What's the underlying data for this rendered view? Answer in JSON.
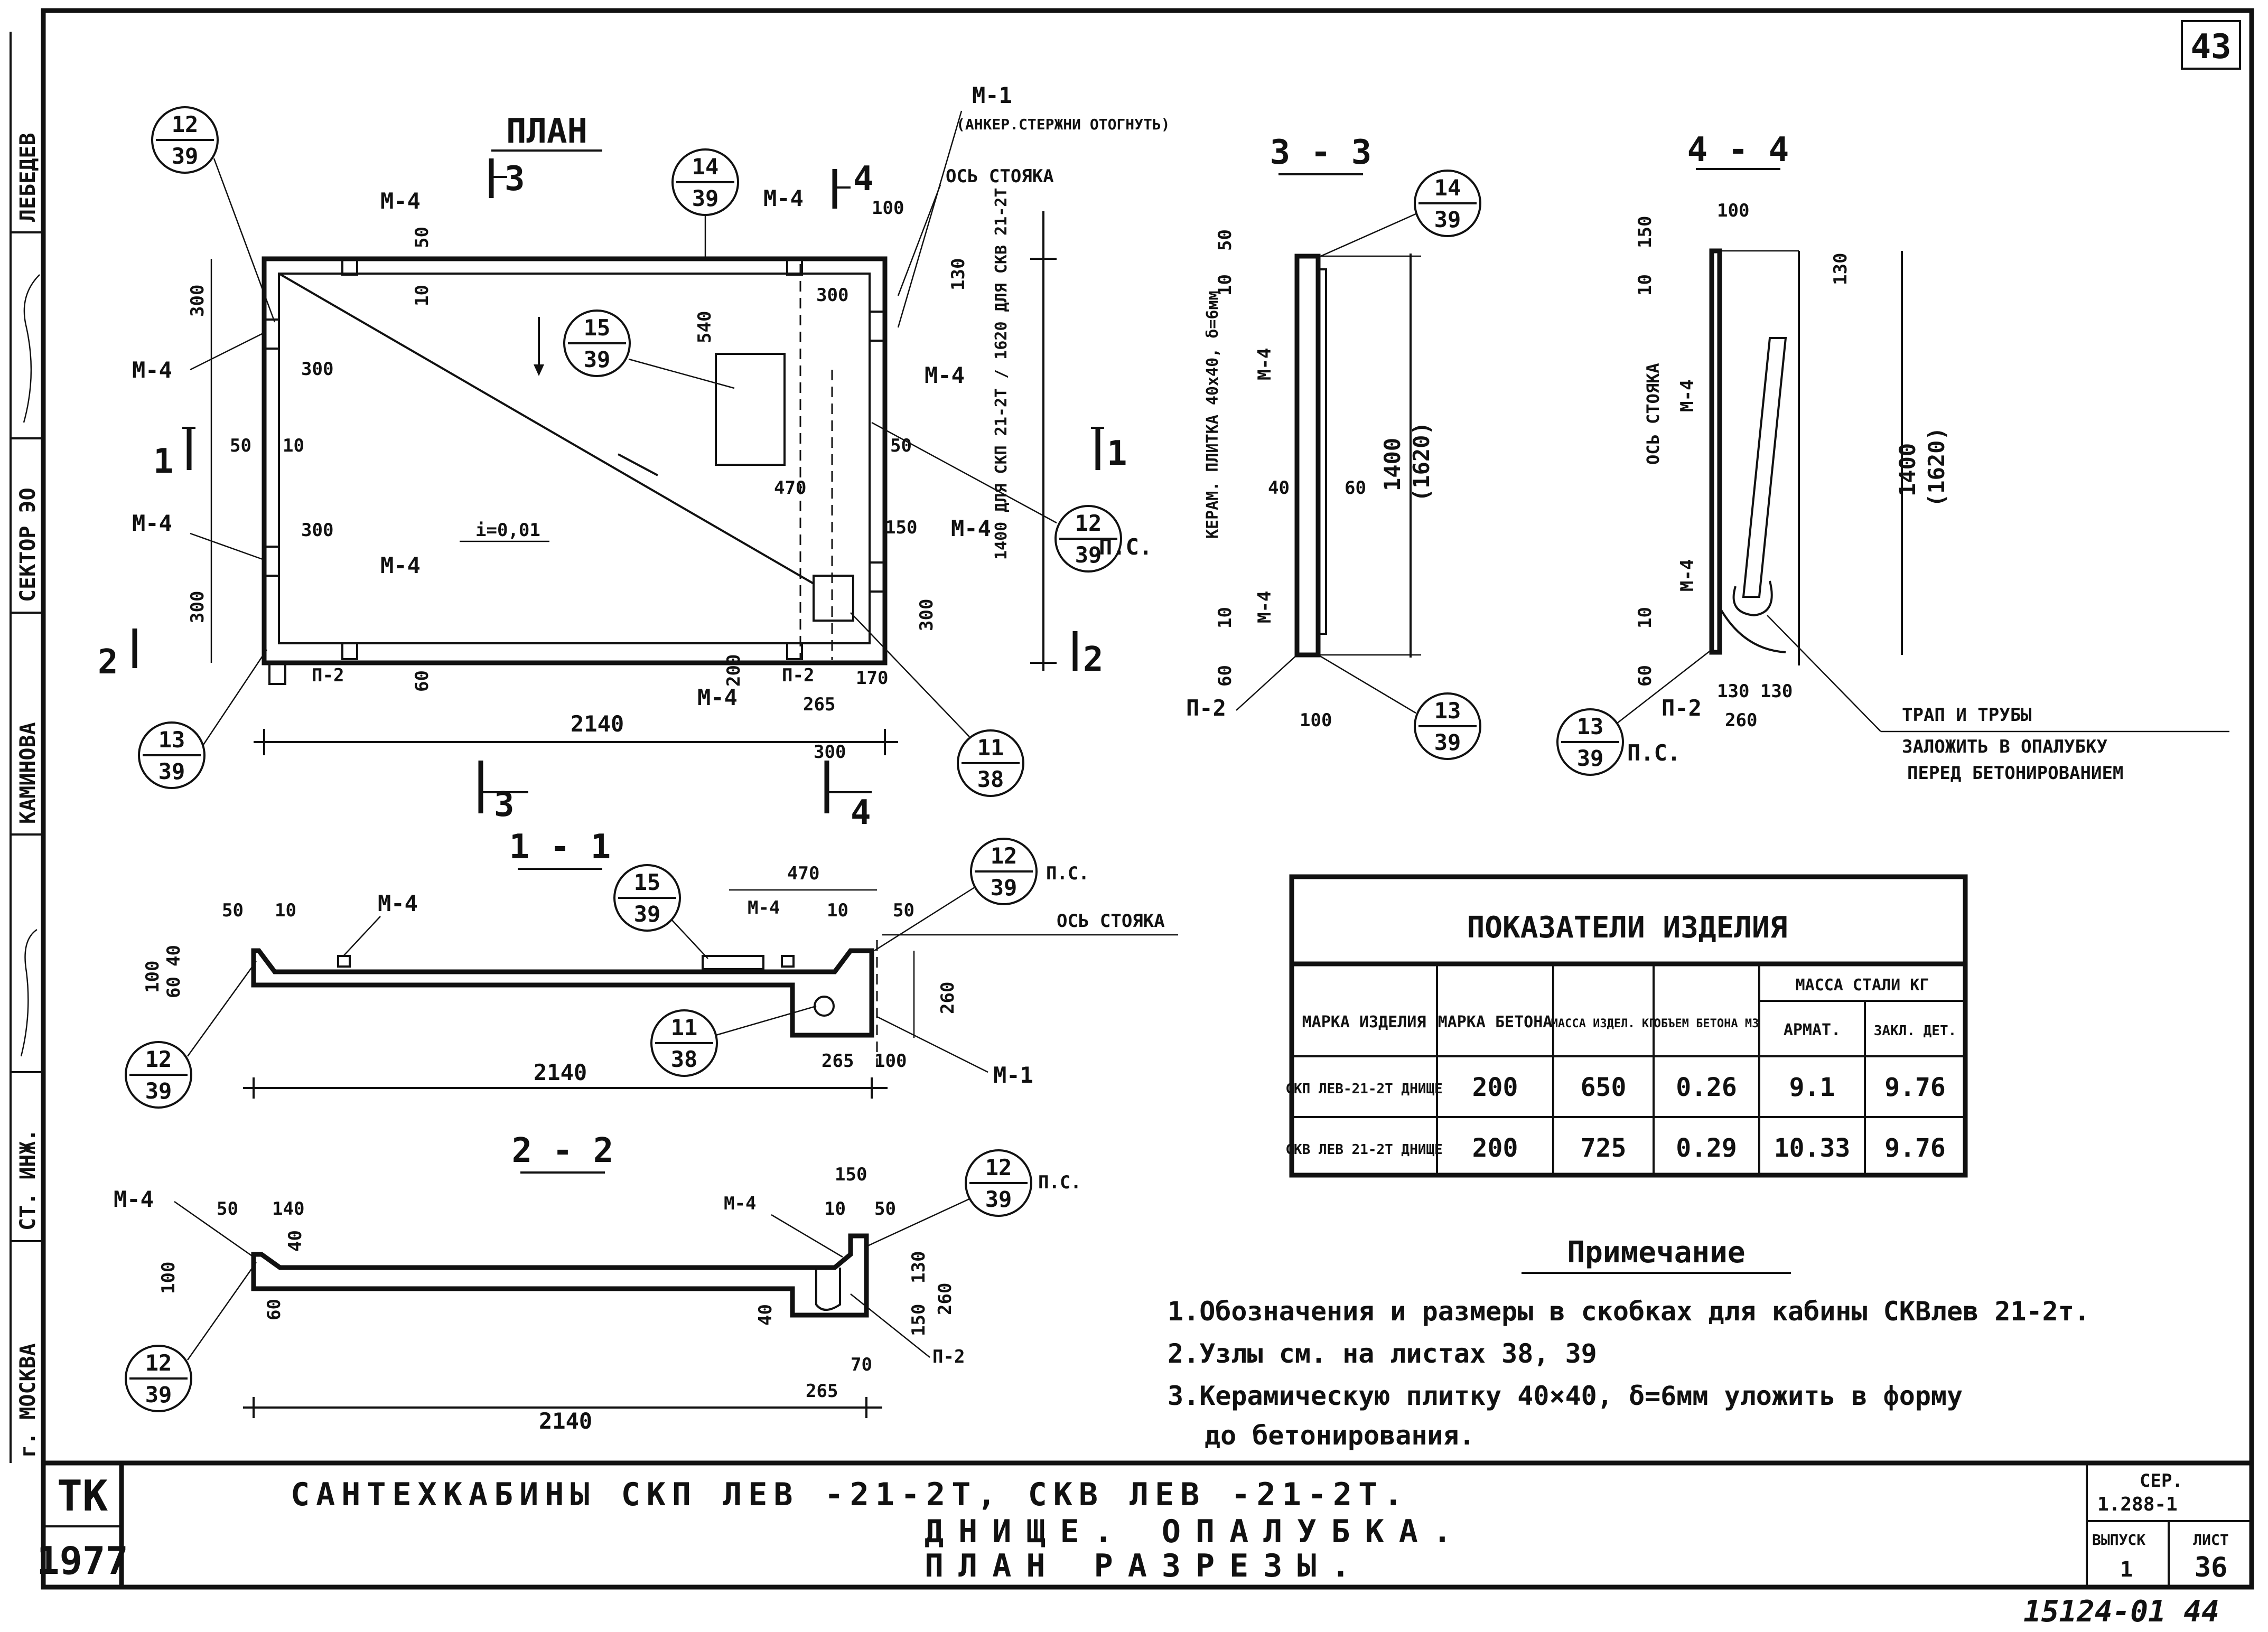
{
  "sheet_number": "43",
  "side_stamp": {
    "items": [
      "г. МОСКВА",
      "СТ. ИНЖ.",
      "КАМИНОВА",
      "СЕКТОР ЭО",
      "ЛЕБЕДЕВ"
    ]
  },
  "plan": {
    "title": "ПЛАН",
    "labels": {
      "m1": "М-1",
      "m1_note": "(АНКЕР.СТЕРЖНИ ОТОГНУТЬ)",
      "post_axis": "ОСЬ СТОЯКА",
      "m4": "М-4",
      "p2": "П-2",
      "slope": "i=0,01",
      "vertical_note": "1400 ДЛЯ СКП 21-2Т / 1620 ДЛЯ СКВ 21-2Т",
      "dim_vertical": "1400",
      "dim_vertical_alt": "(1620)",
      "ps": "П.С."
    },
    "dims": {
      "overall": "2140",
      "d300": "300",
      "d50": "50",
      "d10": "10",
      "d540": "540",
      "d470": "470",
      "d100": "100",
      "d130": "130",
      "d60": "60",
      "d200": "200",
      "d265": "265",
      "d170": "170",
      "d150": "150"
    },
    "section_marks": [
      "3",
      "4",
      "1",
      "2"
    ]
  },
  "callouts": [
    {
      "top": "12",
      "bottom": "39"
    },
    {
      "top": "14",
      "bottom": "39"
    },
    {
      "top": "15",
      "bottom": "39"
    },
    {
      "top": "12",
      "bottom": "39"
    },
    {
      "top": "13",
      "bottom": "39"
    },
    {
      "top": "11",
      "bottom": "38"
    }
  ],
  "sec33": {
    "title": "3 - 3",
    "tile_note": "КЕРАМ. ПЛИТКА 40х40, δ=6мм",
    "d50": "50",
    "d10": "10",
    "d40": "40",
    "d60": "60",
    "d100": "100",
    "m4": "М-4",
    "p2": "П-2",
    "dim_main": "1400",
    "dim_alt": "(1620)"
  },
  "sec44": {
    "title": "4 - 4",
    "post_axis": "ОСЬ СТОЯКА",
    "d100": "100",
    "d150": "150",
    "d10": "10",
    "d130": "130",
    "d60": "60",
    "d130_130": "130 130",
    "d260": "260",
    "m4": "М-4",
    "p2": "П-2",
    "ps": "П.С.",
    "dim_main": "1400",
    "dim_alt": "(1620)",
    "note1": "ТРАП И ТРУБЫ",
    "note2": "ЗАЛОЖИТЬ В ОПАЛУБКУ",
    "note3": "ПЕРЕД БЕТОНИРОВАНИЕМ"
  },
  "sec11": {
    "title": "1 - 1",
    "d50": "50",
    "d10": "10",
    "d100": "100",
    "d40": "40",
    "d60": "60",
    "d470": "470",
    "d260": "260",
    "d265": "265",
    "d2140": "2140",
    "m4": "М-4",
    "m1": "М-1",
    "post_axis": "ОСЬ СТОЯКА",
    "ps": "П.С."
  },
  "sec22": {
    "title": "2 - 2",
    "d50": "50",
    "d140": "140",
    "d100": "100",
    "d40": "40",
    "d60": "60",
    "d150": "150",
    "d10": "10",
    "d130": "130",
    "d260": "260",
    "d70": "70",
    "d265": "265",
    "d2140": "2140",
    "m4": "М-4",
    "p2": "П-2",
    "ps": "П.С."
  },
  "table": {
    "title": "ПОКАЗАТЕЛИ ИЗДЕЛИЯ",
    "headers": {
      "mark": "МАРКА ИЗДЕЛИЯ",
      "concrete": "МАРКА БЕТОНА",
      "mass": "МАССА ИЗДЕЛ. КГ",
      "volume": "ОБЪЕМ БЕТОНА М3",
      "steel": "МАССА СТАЛИ КГ",
      "rebar": "АРМАТ.",
      "embedded": "ЗАКЛ. ДЕТ."
    },
    "rows": [
      {
        "mark": "СКП ЛЕВ-21-2Т ДНИЩЕ",
        "concrete": "200",
        "mass": "650",
        "volume": "0.26",
        "rebar": "9.1",
        "embedded": "9.76"
      },
      {
        "mark": "СКВ ЛЕВ 21-2Т ДНИЩЕ",
        "concrete": "200",
        "mass": "725",
        "volume": "0.29",
        "rebar": "10.33",
        "embedded": "9.76"
      }
    ]
  },
  "notes": {
    "title": "Примечание",
    "items": [
      "1.Обозначения и размеры в скобках для кабины СКВлев 21-2т.",
      "2.Узлы см. на листах 38, 39",
      "3.Керамическую плитку 40×40, δ=6мм уложить в форму",
      "до бетонирования."
    ]
  },
  "title_block": {
    "code": "ТК",
    "year": "1977",
    "line1": "САНТЕХКАБИНЫ СКП ЛЕВ -21-2Т, СКВ ЛЕВ -21-2Т.",
    "line2": "ДНИЩЕ. ОПАЛУБКА.",
    "line3": "ПЛАН РАЗРЕЗЫ.",
    "series_label": "СЕР.",
    "series": "1.288-1",
    "issue_label": "ВЫПУСК",
    "issue": "1",
    "sheet_label": "ЛИСТ",
    "sheet": "36"
  },
  "archive_number": "15124-01 44"
}
